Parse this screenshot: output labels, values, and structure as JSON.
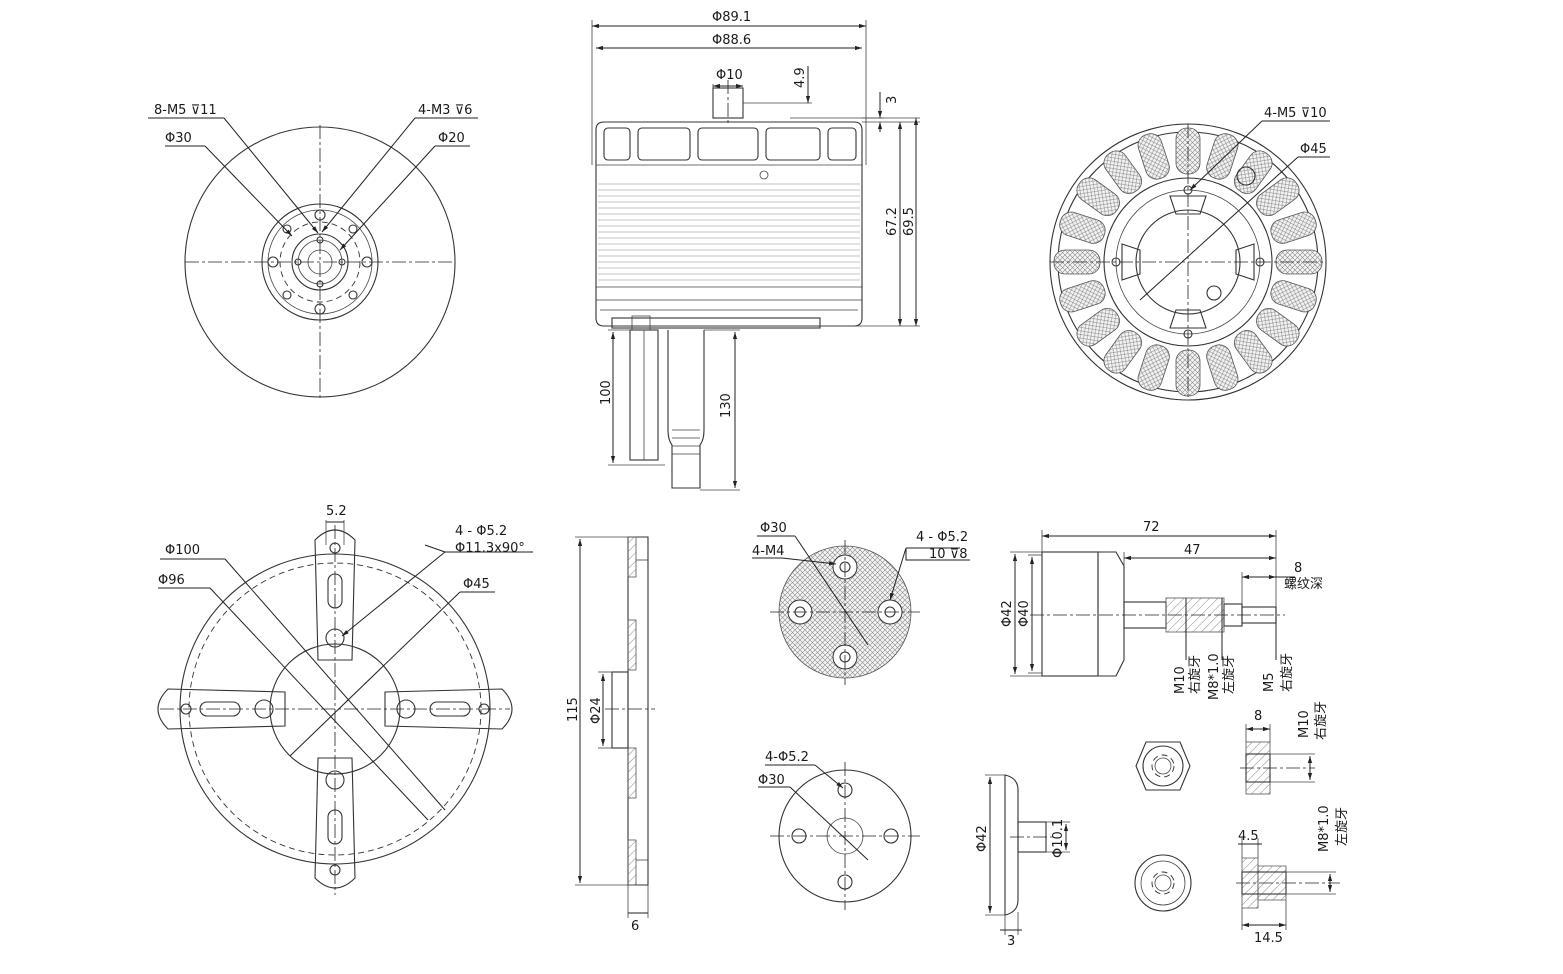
{
  "labels": {
    "front_view": {
      "thread_8": "8-M5 ⊽11",
      "thread_4": "4-M3 ⊽6",
      "d30": "Φ30",
      "d20": "Φ20"
    },
    "side_view": {
      "d891": "Φ89.1",
      "d886": "Φ88.6",
      "d10": "Φ10",
      "h49": "4.9",
      "h3": "3",
      "h672": "67.2",
      "h695": "69.5",
      "l100": "100",
      "l130": "130"
    },
    "rear_view": {
      "thread": "4-M5 ⊽10",
      "d45": "Φ45"
    },
    "prop_mount": {
      "w52": "5.2",
      "holes": "4 - Φ5.2",
      "csk": "Φ11.3x90°",
      "d100": "Φ100",
      "d96": "Φ96",
      "d45": "Φ45"
    },
    "prop_side": {
      "h115": "115",
      "d24": "Φ24",
      "t6": "6"
    },
    "top_plate": {
      "d30": "Φ30",
      "m4": "4-M4",
      "holes": "4 - Φ5.2",
      "depth": "10 ⊽8"
    },
    "shaft": {
      "l72": "72",
      "l47": "47",
      "l8": "8",
      "thread_depth": "螺纹深",
      "d42": "Φ42",
      "d40": "Φ40",
      "m10": "M10",
      "m10_note": "右旋牙",
      "m8": "M8*1.0",
      "m8_note": "左旋牙",
      "m5": "M5",
      "m5_note": "右旋牙"
    },
    "flange": {
      "holes": "4-Φ5.2",
      "d30": "Φ30"
    },
    "flange_side": {
      "d42": "Φ42",
      "d101": "Φ10.1",
      "t3": "3"
    },
    "nut_m10": {
      "w8": "8",
      "thread": "M10",
      "note": "右旋牙"
    },
    "nut_m8": {
      "w45": "4.5",
      "w145": "14.5",
      "thread": "M8*1.0",
      "note": "左旋牙"
    }
  }
}
